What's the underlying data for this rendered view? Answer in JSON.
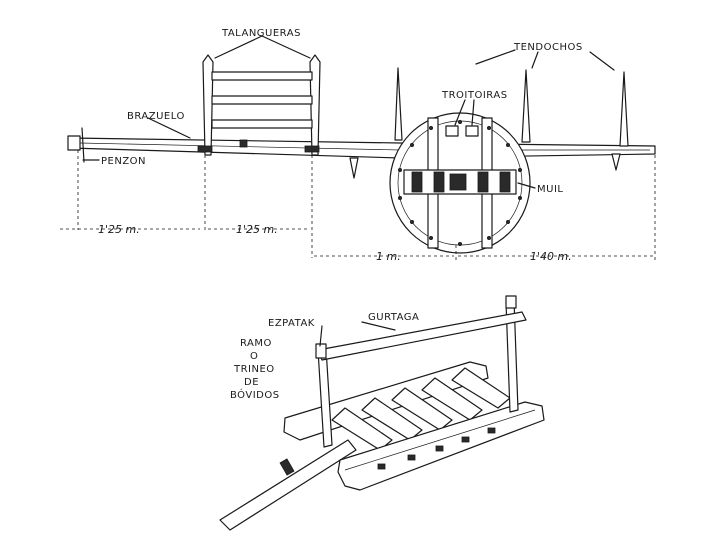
{
  "top_diagram": {
    "labels": {
      "talangueras": "TALANGUERAS",
      "tendochos": "TENDOCHOS",
      "brazuelo": "BRAZUELO",
      "troitoiras": "TROITOIRAS",
      "penzon": "PENZON",
      "muil": "MUIL"
    },
    "dimensions": {
      "d1": "1'25 m.",
      "d2": "1'25 m.",
      "d3": "1 m.",
      "d4": "1'40 m."
    }
  },
  "bottom_diagram": {
    "labels": {
      "ezpatak": "EZPATAK",
      "gurtaga": "GURTAGA",
      "title_line1": "RAMO",
      "title_line2": "O",
      "title_line3": "TRINEO",
      "title_line4": "DE",
      "title_line5": "BÓVIDOS"
    }
  }
}
